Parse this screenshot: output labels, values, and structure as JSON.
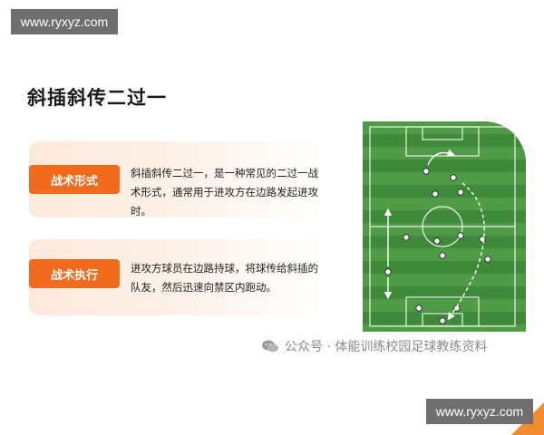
{
  "watermark": {
    "top_left": "www.ryxyz.com",
    "bottom_right": "www.ryxyz.com"
  },
  "title": "斜插斜传二过一",
  "rows": [
    {
      "tag": "战术形式",
      "text": "斜插斜传二过一，是一种常见的二过一战术形式，通常用于进攻方在边路发起进攻时。"
    },
    {
      "tag": "战术执行",
      "text": "进攻方球员在边路持球，将球传给斜插的队友，然后迅速向禁区内跑动。"
    }
  ],
  "credit": {
    "text": "公众号 · 体能训练校园足球教练资料",
    "icon": "wechat-icon"
  },
  "colors": {
    "accent": "#f26a1b",
    "pitch_dark": "#3f8a3a",
    "pitch_light": "#4f9b46",
    "corner": "#f28a2e"
  },
  "diagram": {
    "icon": "tactics-pitch-diagram"
  }
}
